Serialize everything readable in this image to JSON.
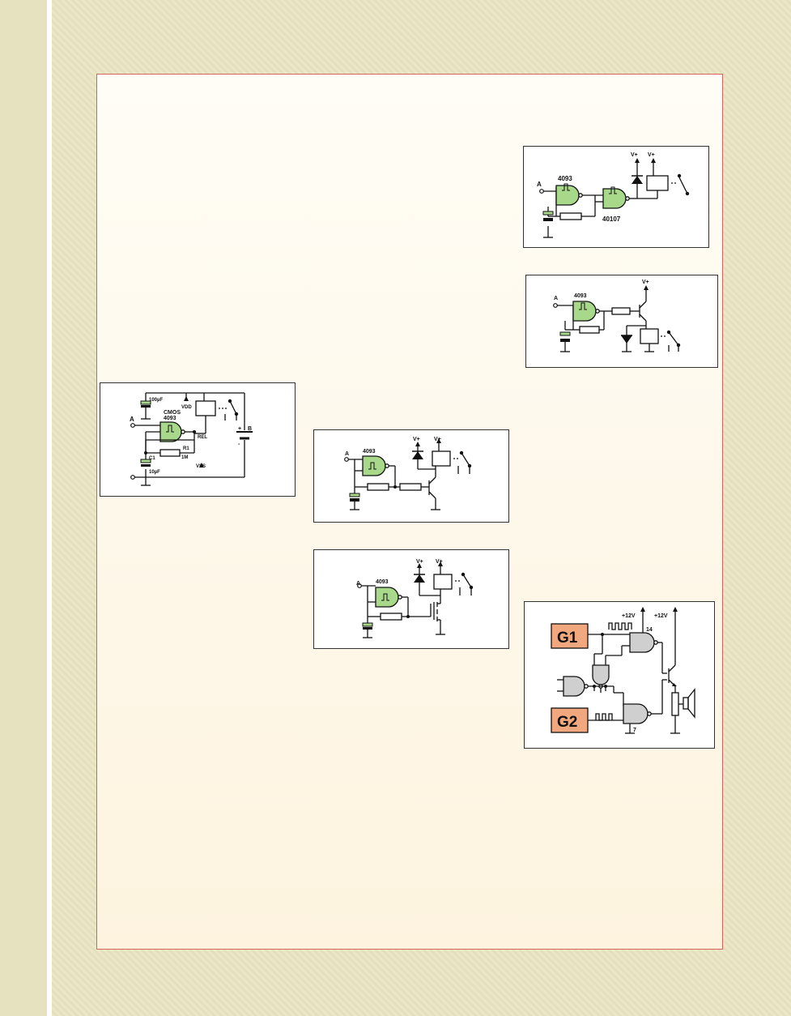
{
  "panel_a": {
    "label_a": "A",
    "label_cmos": "CMOS",
    "label_4093": "4093",
    "label_100uf": "100µF",
    "label_vdd": "VDD",
    "label_rel": "REL",
    "label_r1": "R1",
    "label_1m": "1M",
    "label_c1": "C1",
    "label_10uf": "10µF",
    "label_vss": "VSS",
    "label_b": "B",
    "label_plus": "+",
    "label_minus": "-"
  },
  "panel_b": {
    "label_a": "A",
    "label_4093": "4093",
    "label_40107": "40107",
    "label_vplus1": "V+",
    "label_vplus2": "V+"
  },
  "panel_c": {
    "label_a": "A",
    "label_4093": "4093",
    "label_vplus": "V+"
  },
  "panel_d": {
    "label_a": "A",
    "label_4093": "4093",
    "label_vplus1": "V+",
    "label_vplus2": "V+"
  },
  "panel_e": {
    "label_a": "A",
    "label_4093": "4093",
    "label_vplus1": "V+",
    "label_vplus2": "V+"
  },
  "panel_f": {
    "label_g1": "G1",
    "label_g2": "G2",
    "label_12v_1": "+12V",
    "label_12v_2": "+12V",
    "label_14": "14",
    "label_7": "7"
  },
  "colors": {
    "gate_green": "#a8d88a",
    "gate_grey": "#cfcfcf",
    "generator_box": "#f2a87e",
    "frame_border": "#d9625a"
  }
}
